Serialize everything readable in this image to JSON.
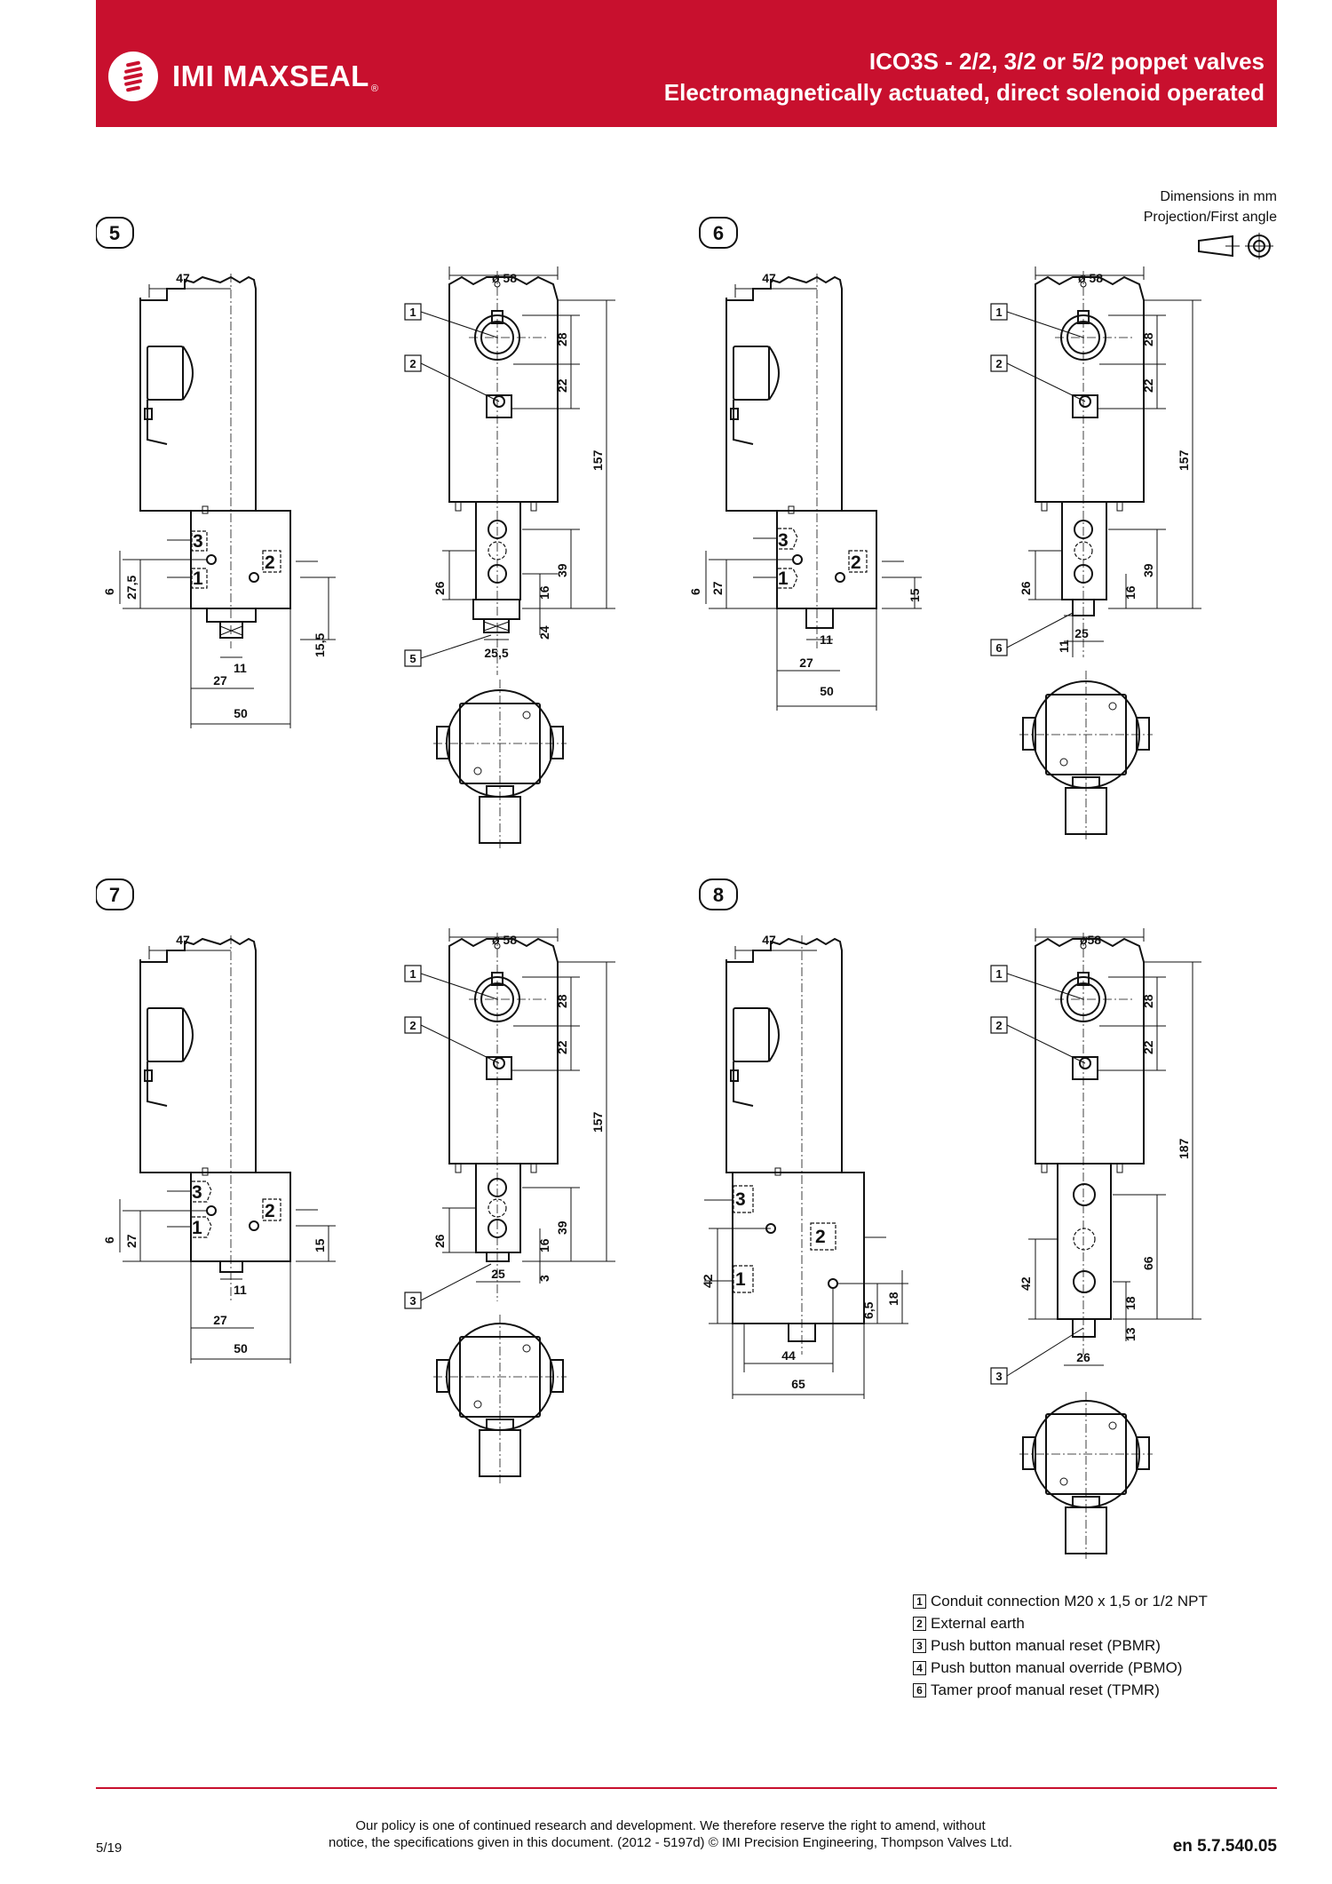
{
  "header": {
    "brand": "IMI MAXSEAL",
    "brand_reg": "®",
    "title_line1": "ICO3S - 2/2, 3/2 or 5/2 poppet valves",
    "title_line2": "Electromagnetically actuated, direct solenoid operated"
  },
  "units": {
    "line1": "Dimensions in mm",
    "line2": "Projection/First angle"
  },
  "figures": [
    {
      "id": "5",
      "side": {
        "width": "47",
        "dims_left": [
          "6",
          "27,5"
        ],
        "dims_bottom": [
          "11",
          "27",
          "50"
        ],
        "dim_right": "15,5"
      },
      "front": {
        "dia": "ø 58",
        "dims_right": [
          "28",
          "22",
          "157",
          "39",
          "16",
          "24"
        ],
        "dim_left": "26",
        "dim_bottom": "25,5",
        "callouts": [
          "1",
          "2",
          "5"
        ]
      }
    },
    {
      "id": "6",
      "side": {
        "width": "47",
        "dims_left": [
          "6",
          "27"
        ],
        "dims_bottom": [
          "11",
          "27",
          "50"
        ],
        "dim_right": "15"
      },
      "front": {
        "dia": "ø 58",
        "dims_right": [
          "28",
          "22",
          "157",
          "39",
          "16",
          "11"
        ],
        "dim_left": "26",
        "dim_bottom": "25",
        "callouts": [
          "1",
          "2",
          "6"
        ]
      }
    },
    {
      "id": "7",
      "side": {
        "width": "47",
        "dims_left": [
          "6",
          "27"
        ],
        "dims_bottom": [
          "11",
          "27",
          "50"
        ],
        "dim_right": "15"
      },
      "front": {
        "dia": "ø 58",
        "dims_right": [
          "28",
          "22",
          "157",
          "39",
          "16",
          "3"
        ],
        "dim_left": "26",
        "dim_bottom": "25",
        "callouts": [
          "1",
          "2",
          "3"
        ]
      }
    },
    {
      "id": "8",
      "side": {
        "width": "47",
        "dims_left": [
          "42"
        ],
        "dims_bottom": [
          "44",
          "65"
        ],
        "dims_right": [
          "6,5",
          "18"
        ]
      },
      "front": {
        "dia": "ø58",
        "dims_right": [
          "28",
          "22",
          "187",
          "66",
          "18",
          "13"
        ],
        "dim_left": "42",
        "dim_bottom": "26",
        "callouts": [
          "1",
          "2",
          "3"
        ]
      }
    }
  ],
  "legend": [
    {
      "num": "1",
      "text": "Conduit connection M20 x 1,5 or 1/2 NPT"
    },
    {
      "num": "2",
      "text": "External earth"
    },
    {
      "num": "3",
      "text": "Push button manual reset (PBMR)"
    },
    {
      "num": "4",
      "text": "Push button manual override (PBMO)"
    },
    {
      "num": "6",
      "text": "Tamer proof manual reset (TPMR)"
    }
  ],
  "footer": {
    "page": "5/19",
    "policy_line1": "Our policy is one of continued research and development. We therefore reserve the right to amend, without",
    "policy_line2": "notice, the specifications given in this document. (2012 - 5197d) © IMI Precision Engineering, Thompson Valves Ltd.",
    "doc_code": "en 5.7.540.05"
  }
}
